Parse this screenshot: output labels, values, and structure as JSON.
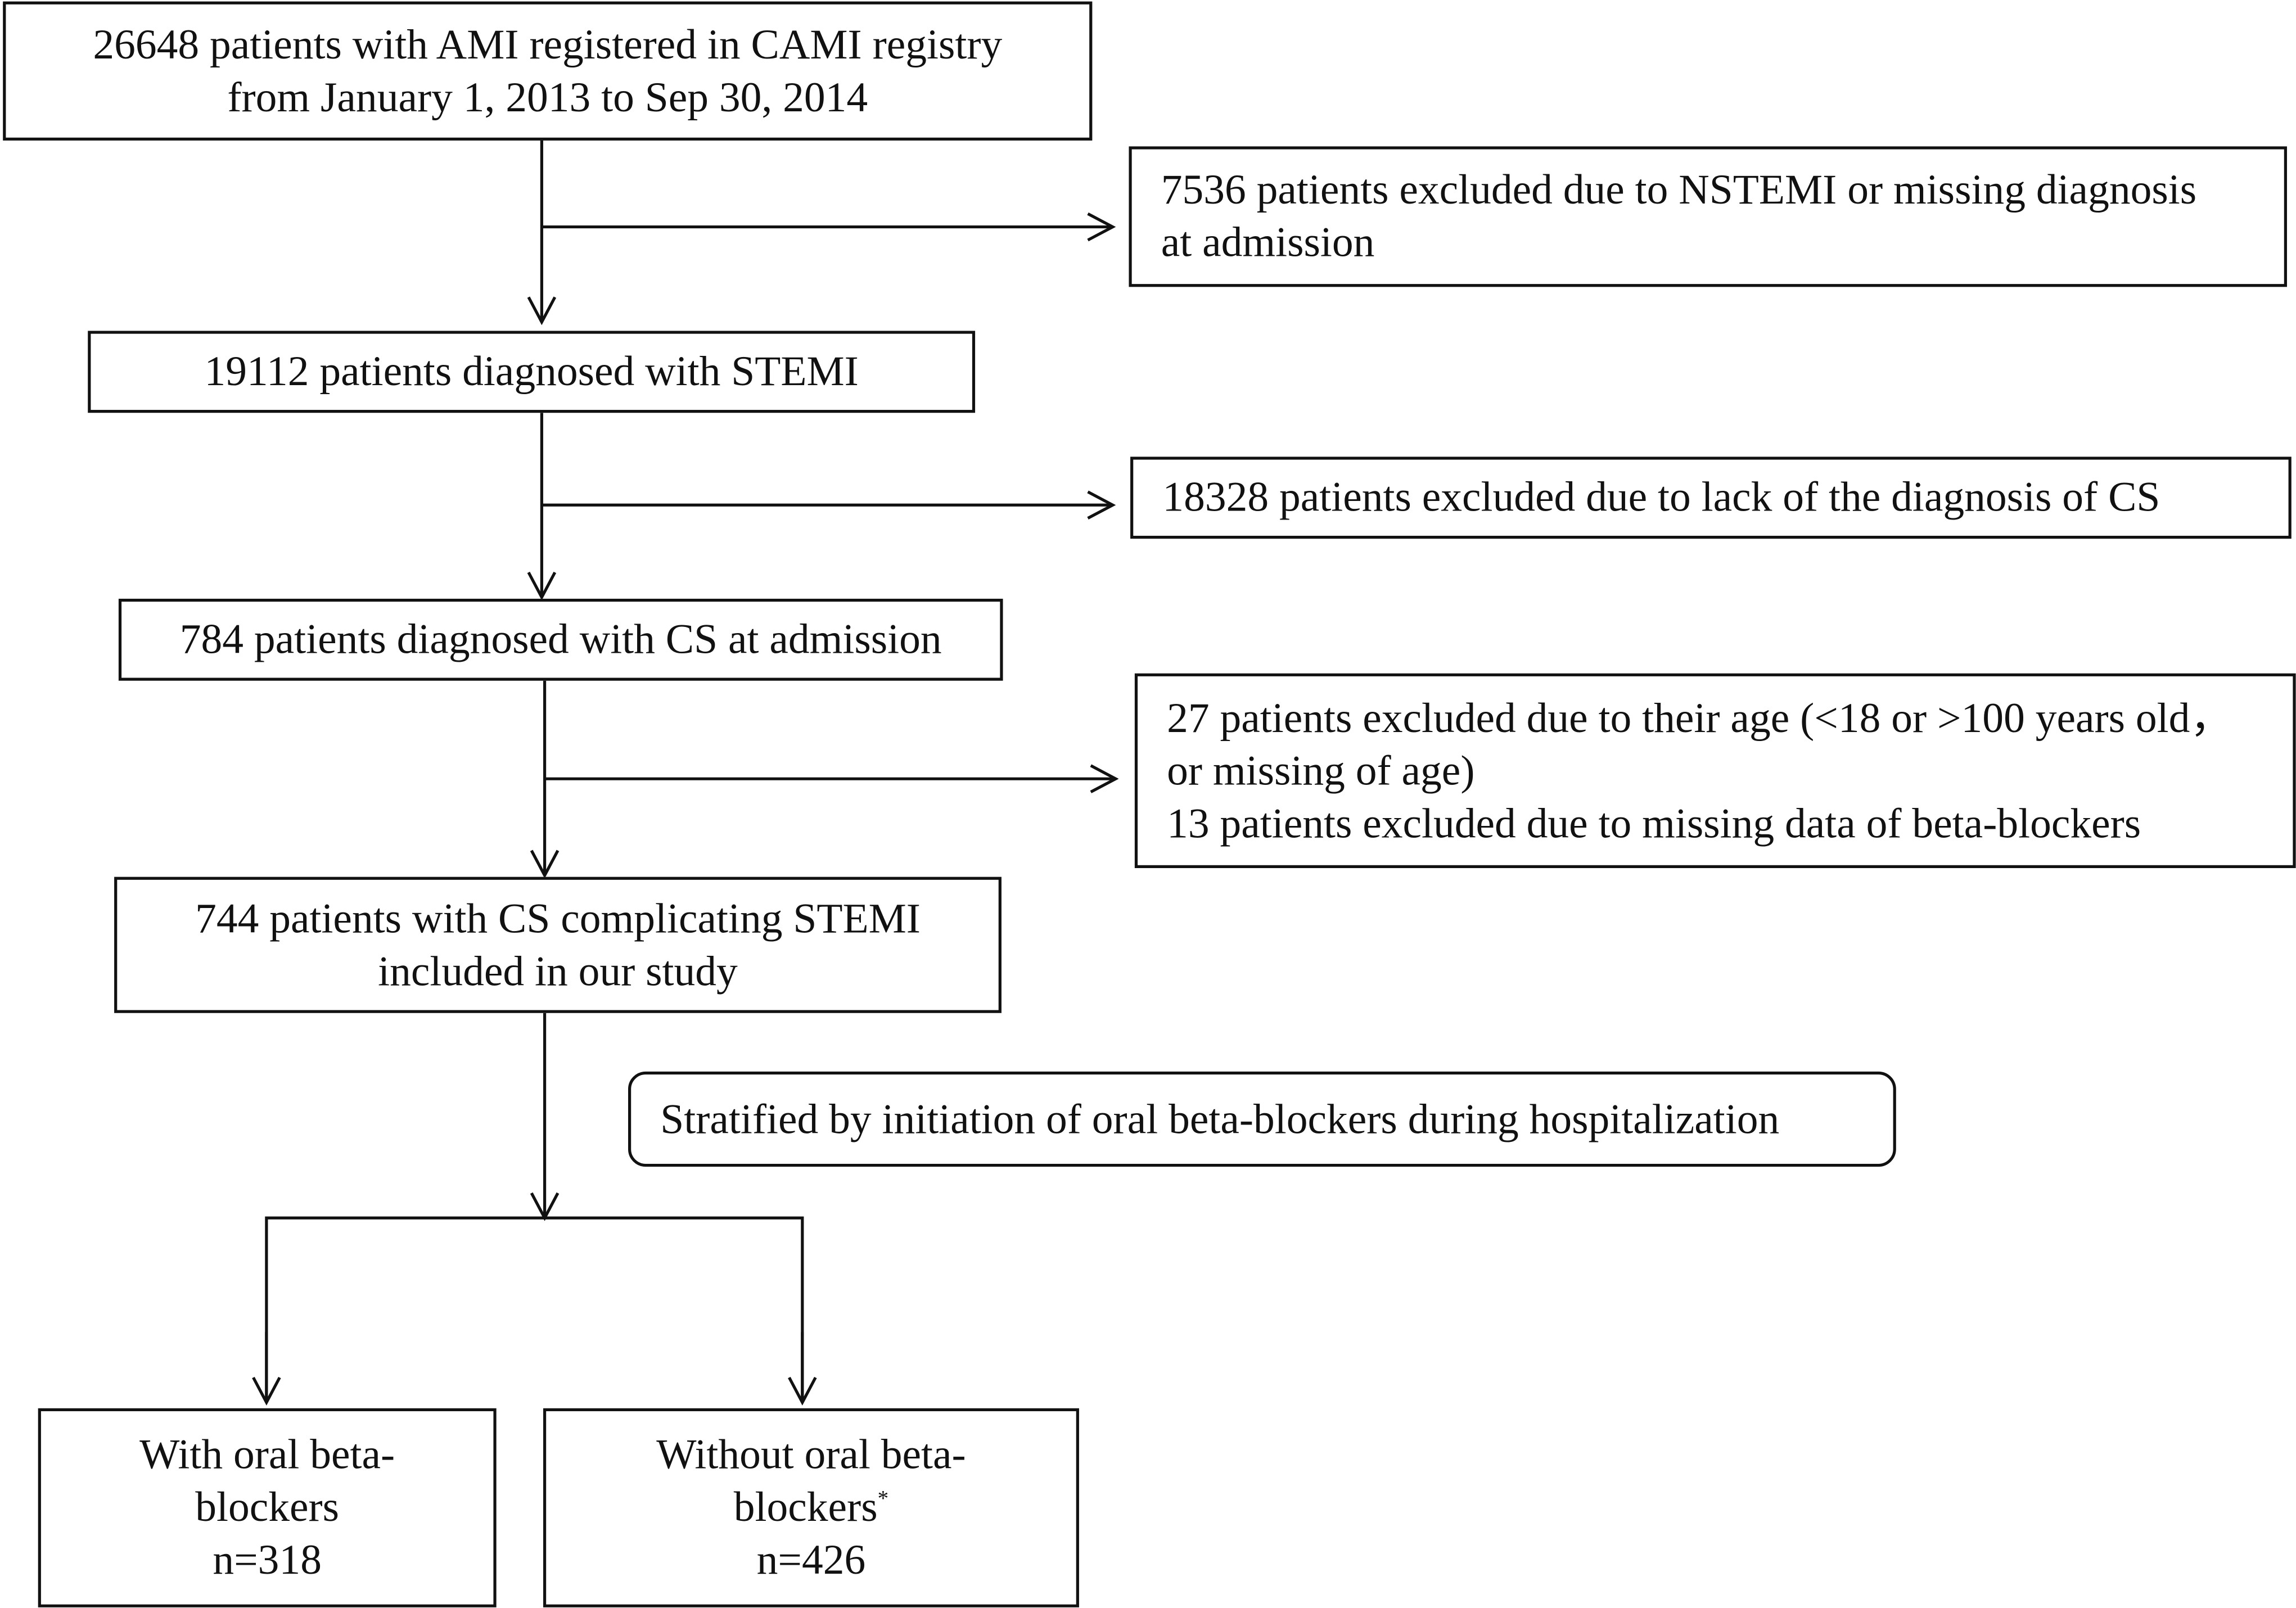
{
  "boxes": {
    "registry": [
      "26648 patients with AMI registered in CAMI registry",
      "from January 1, 2013 to Sep 30, 2014"
    ],
    "excluded_nstemi": [
      "7536 patients excluded due to NSTEMI or missing diagnosis",
      "at admission"
    ],
    "stemi": [
      "19112 patients diagnosed with STEMI"
    ],
    "excluded_no_cs": [
      "18328 patients excluded due to lack of the diagnosis of CS"
    ],
    "cs_admission": [
      "784 patients diagnosed with CS at admission"
    ],
    "excluded_age_bb": [
      "27 patients excluded due to their age (<18 or >100 years old，",
      "or missing of age)",
      "13 patients excluded due to missing data of beta-blockers"
    ],
    "included": [
      "744 patients with CS complicating STEMI",
      "included in our study"
    ],
    "stratified": [
      "Stratified by initiation of oral beta-blockers during hospitalization"
    ],
    "with_bb": [
      "With oral beta-",
      "blockers",
      "n=318"
    ],
    "without_bb": [
      "Without oral beta-",
      "blockers",
      "*",
      "n=426"
    ]
  }
}
